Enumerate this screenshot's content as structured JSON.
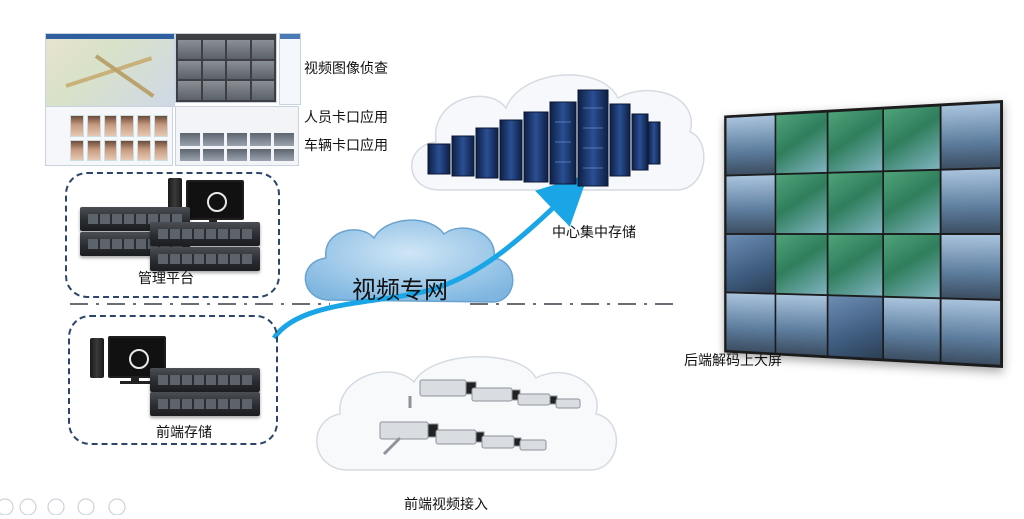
{
  "labels": {
    "video_investigation": "视频图像侦查",
    "person_checkpoint": "人员卡口应用",
    "vehicle_checkpoint": "车辆卡口应用",
    "management_platform": "管理平台",
    "frontend_storage": "前端存储",
    "video_network": "视频专网",
    "central_storage": "中心集中存储",
    "backend_display": "后端解码上大屏",
    "frontend_video_access": "前端视频接入"
  },
  "colors": {
    "arrow": "#1aa6e6",
    "cloud_fill": "#8ec3e6",
    "dash_border": "#2c4568",
    "server_blue": "#1f3f78"
  }
}
